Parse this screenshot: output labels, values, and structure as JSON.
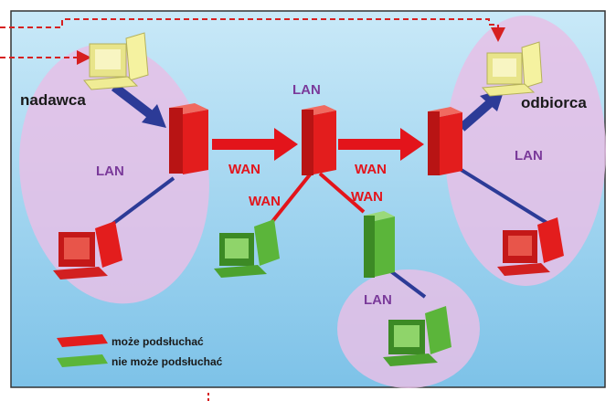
{
  "labels": {
    "sender": "nadawca",
    "receiver": "odbiorca",
    "lan_left": "LAN",
    "lan_center": "LAN",
    "lan_right": "LAN",
    "lan_bottom": "LAN",
    "wan_1": "WAN",
    "wan_2": "WAN",
    "wan_3": "WAN",
    "wan_4": "WAN"
  },
  "legend": {
    "can_eavesdrop": "może podsłuchać",
    "cannot_eavesdrop": "nie może podsłuchać"
  },
  "colors": {
    "background": "#a9d8f0",
    "lan_blob": "#e6bfe6",
    "compromised": "#e31d1d",
    "safe": "#5bb53a",
    "terminal": "#f5f2a0",
    "link": "#2c3b97",
    "wan_text": "#e3141b",
    "lan_text": "#7a3a9a",
    "dashed": "#d62020"
  }
}
